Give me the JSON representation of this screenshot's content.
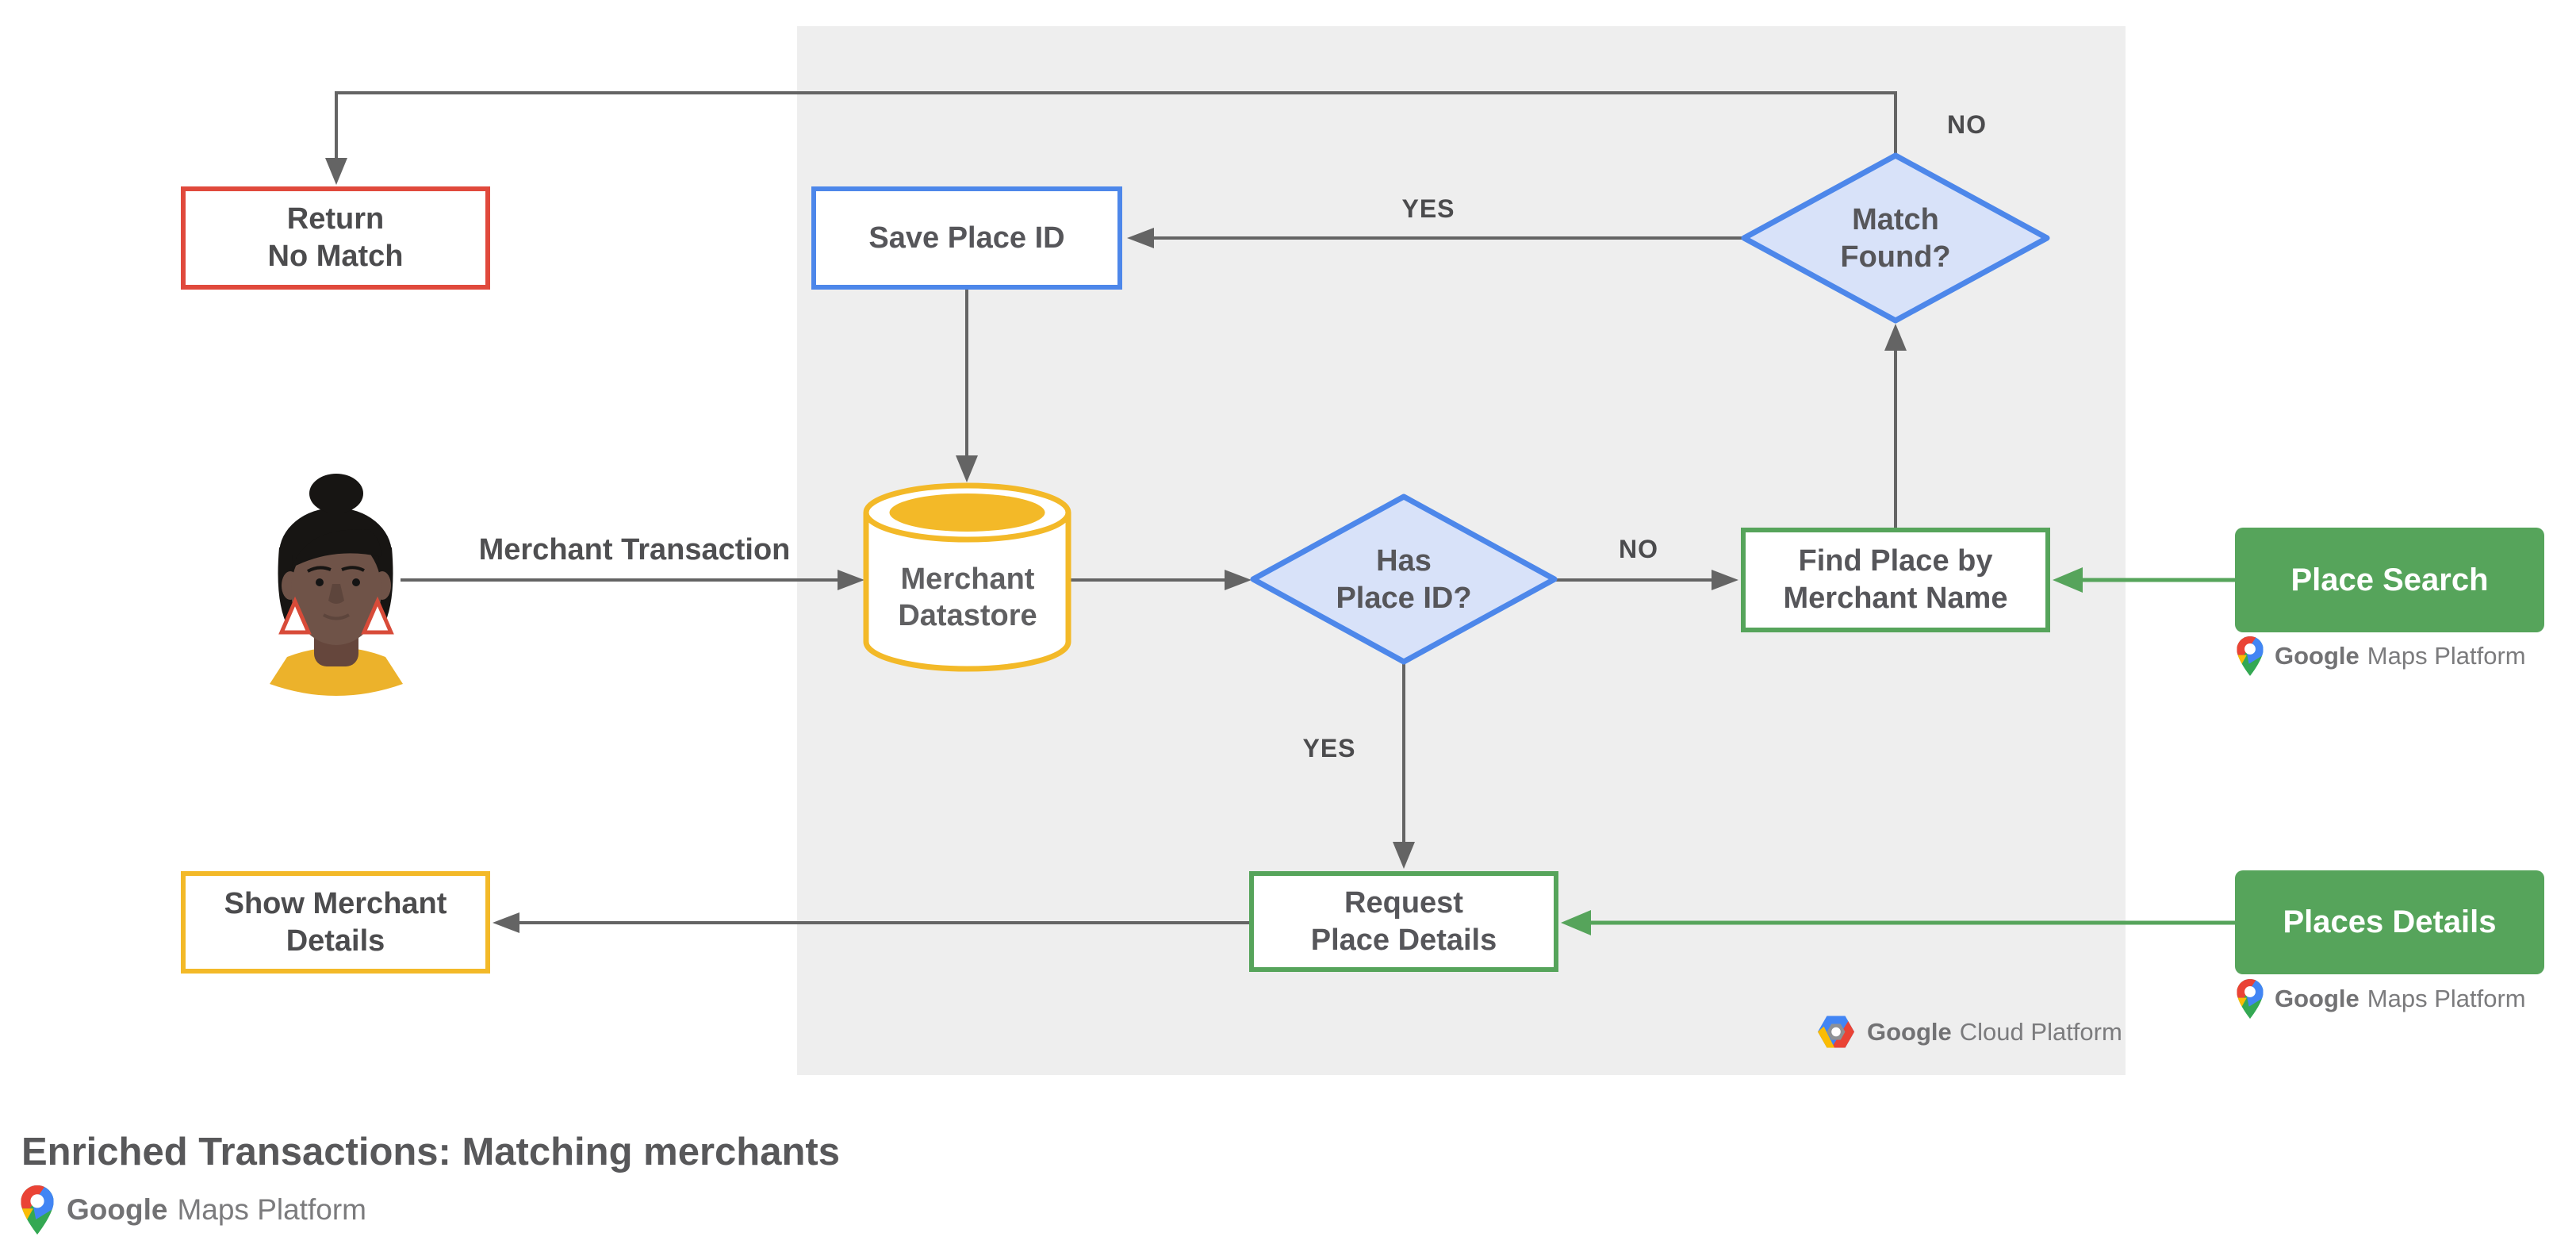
{
  "diagram": {
    "title": "Enriched Transactions: Matching merchants",
    "colors": {
      "panel_bg": "#eeeeee",
      "line_gray": "#646464",
      "node_red": "#e0493c",
      "node_blue": "#4d87ea",
      "node_green": "#56a45b",
      "node_yellow": "#f3b928",
      "diamond_fill": "#d8e2f9",
      "google_red": "#EA4335",
      "google_blue": "#4285F4",
      "google_yellow": "#FBBC04",
      "google_green": "#34A853"
    },
    "nodes": {
      "return_no_match": {
        "lines": [
          "Return",
          "No Match"
        ]
      },
      "save_place_id": {
        "lines": [
          "Save Place ID"
        ]
      },
      "match_found": {
        "lines": [
          "Match",
          "Found?"
        ]
      },
      "merchant_datastore": {
        "lines": [
          "Merchant",
          "Datastore"
        ]
      },
      "has_place_id": {
        "lines": [
          "Has",
          "Place ID?"
        ]
      },
      "find_place_by_merchant_name": {
        "lines": [
          "Find Place by",
          "Merchant Name"
        ]
      },
      "request_place_details": {
        "lines": [
          "Request",
          "Place Details"
        ]
      },
      "show_merchant_details": {
        "lines": [
          "Show Merchant",
          "Details"
        ]
      },
      "place_search": {
        "label": "Place Search"
      },
      "places_details": {
        "label": "Places Details"
      }
    },
    "edge_labels": {
      "match_found_no": "NO",
      "match_found_yes": "YES",
      "has_place_id_no": "NO",
      "has_place_id_yes": "YES"
    },
    "annotations": {
      "merchant_transaction": "Merchant Transaction"
    },
    "logos": {
      "google_maps_platform": {
        "brand": "Google",
        "product": "Maps Platform"
      },
      "google_cloud_platform": {
        "brand": "Google",
        "product": "Cloud Platform"
      }
    }
  }
}
